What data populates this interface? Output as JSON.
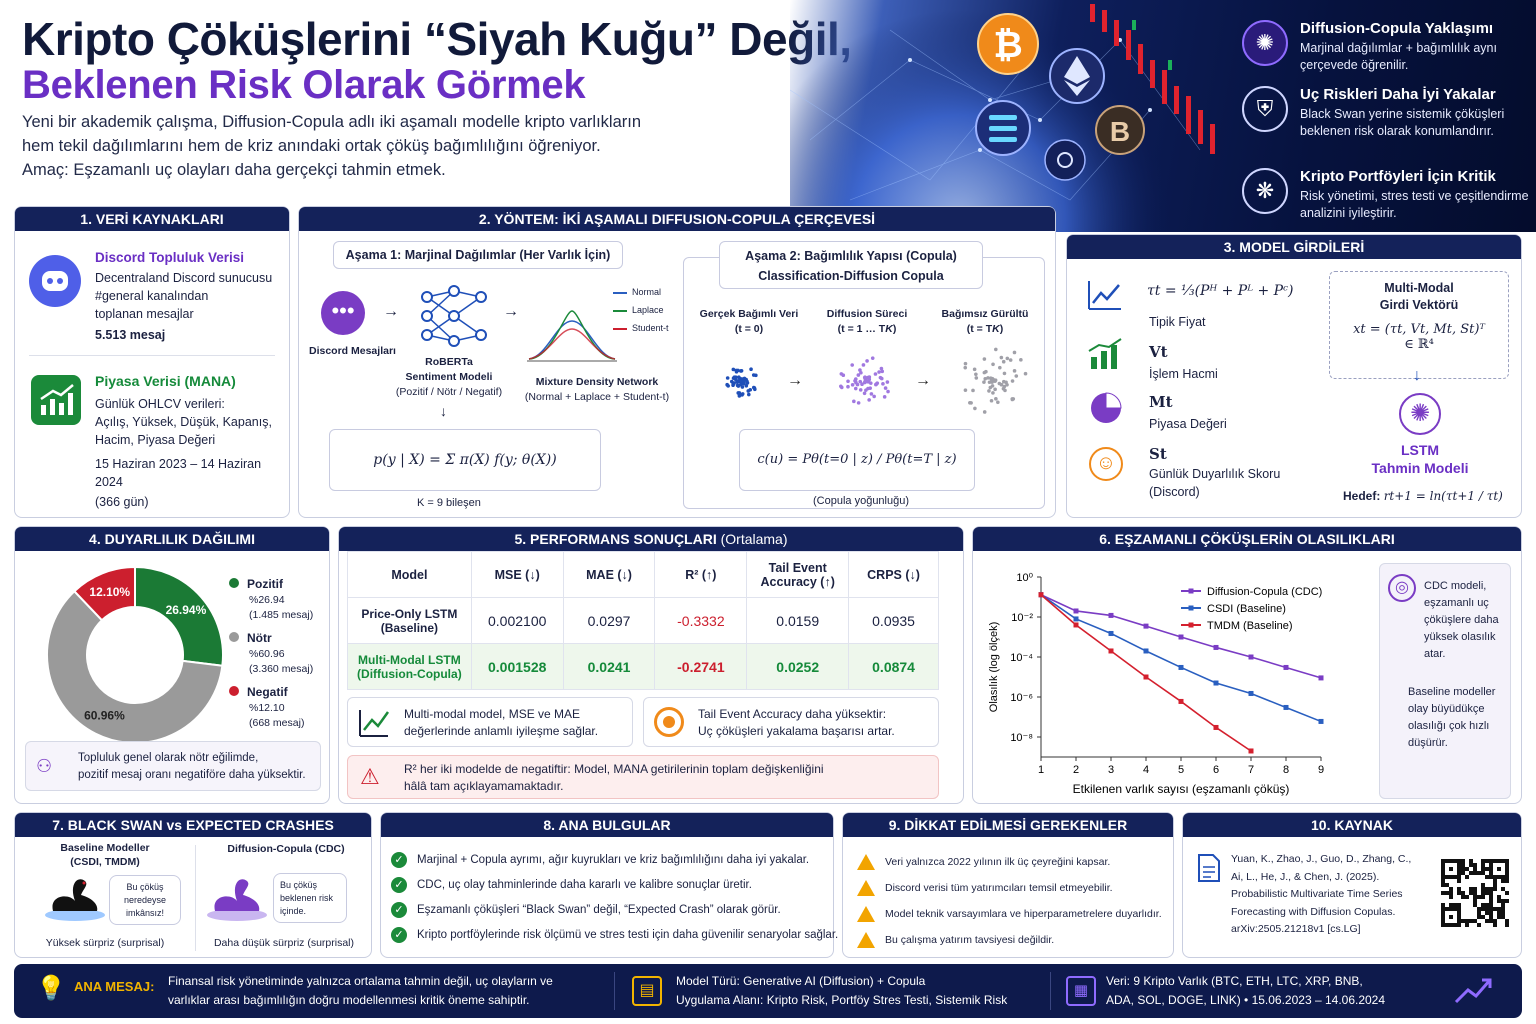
{
  "header": {
    "title_line1": "Kripto Çöküşlerini “Siyah Kuğu” Değil,",
    "title_line2": "Beklenen Risk Olarak Görmek",
    "intro": [
      "Yeni bir akademik çalışma, Diffusion-Copula adlı iki aşamalı modelle kripto varlıkların",
      "hem tekil dağılımlarını hem de kriz anındaki ortak çöküş bağımlılığını öğreniyor.",
      "Amaç: Eşzamanlı uç olayları daha gerçekçi tahmin etmek."
    ]
  },
  "features": [
    {
      "icon": "brain-icon",
      "title": "Diffusion-Copula Yaklaşımı",
      "desc": "Marjinal dağılımlar + bağımlılık aynı çerçevede öğrenilir."
    },
    {
      "icon": "shield-icon",
      "title": "Uç Riskleri Daha İyi Yakalar",
      "desc": "Black Swan yerine sistemik çöküşleri beklenen risk olarak konumlandırır."
    },
    {
      "icon": "network-icon",
      "title": "Kripto Portföyleri İçin Kritik",
      "desc": "Risk yönetimi, stres testi ve çeşitlendirme analizini iyileştirir."
    }
  ],
  "s1": {
    "title": "1. VERİ KAYNAKLARI",
    "discord_title": "Discord Topluluk Verisi",
    "discord_desc": [
      "Decentraland Discord sunucusu",
      "#general kanalından",
      "toplanan mesajlar"
    ],
    "discord_count": "5.513 mesaj",
    "market_title": "Piyasa Verisi (MANA)",
    "market_desc": [
      "Günlük OHLCV verileri:",
      "Açılış, Yüksek, Düşük, Kapanış,",
      "Hacim, Piyasa Değeri"
    ],
    "date_range": "15 Haziran 2023 – 14 Haziran 2024",
    "days": "(366 gün)"
  },
  "s2": {
    "title": "2. YÖNTEM: İKİ AŞAMALI DIFFUSION-COPULA ÇERÇEVESİ",
    "stage1": "Aşama 1: Marjinal Dağılımlar (Her Varlık İçin)",
    "discord_msgs": "Discord Mesajları",
    "roberta": [
      "RoBERTa",
      "Sentiment Modeli",
      "(Pozitif / Nötr / Negatif)"
    ],
    "mdn": [
      "Mixture Density Network",
      "(Normal + Laplace + Student-t)"
    ],
    "legend": [
      "Normal",
      "Laplace",
      "Student-t"
    ],
    "k_note": "K = 9 bileşen",
    "stage2": [
      "Aşama 2: Bağımlılık Yapısı (Copula)",
      "Classification-Diffusion Copula"
    ],
    "real": [
      "Gerçek Bağımlı Veri",
      "(t = 0)"
    ],
    "diff": [
      "Diffusion Süreci",
      "(t = 1 … T",
      ")"
    ],
    "noise": [
      "Bağımsız Gürültü",
      "(t = T",
      ")"
    ],
    "copula_note": "(Copula yoğunluğu)"
  },
  "s3": {
    "title": "3. MODEL GİRDİLERİ",
    "items": [
      {
        "sym": "τt",
        "label": "Tipik Fiyat"
      },
      {
        "sym": "Vt",
        "label": "İşlem Hacmi"
      },
      {
        "sym": "Mt",
        "label": "Piyasa Değeri"
      },
      {
        "sym": "St",
        "label": "Günlük Duyarlılık Skoru",
        "label2": "(Discord)"
      }
    ],
    "vector_title": [
      "Multi-Modal",
      "Girdi Vektörü"
    ],
    "lstm": [
      "LSTM",
      "Tahmin Modeli"
    ],
    "target": "Hedef:"
  },
  "s4": {
    "title": "4. DUYARLILIK DAĞILIMI",
    "legend": [
      {
        "name": "Pozitif",
        "pct": "%26.94",
        "count": "(1.485 mesaj)",
        "color": "#1b7a35"
      },
      {
        "name": "Nötr",
        "pct": "%60.96",
        "count": "(3.360 mesaj)",
        "color": "#9a9a9a"
      },
      {
        "name": "Negatif",
        "pct": "%12.10",
        "count": "(668 mesaj)",
        "color": "#cc1f2e"
      }
    ],
    "labels": [
      "26.94%",
      "60.96%",
      "12.10%"
    ],
    "note": [
      "Topluluk genel olarak nötr eğilimde,",
      "pozitif mesaj oranı negatiföre daha yüksektir."
    ]
  },
  "s5": {
    "title": "5. PERFORMANS SONUÇLARI",
    "title_suffix": "(Ortalama)",
    "headers": [
      "Model",
      "MSE (↓)",
      "MAE (↓)",
      "R² (↑)",
      "Tail Event Accuracy (↑)",
      "CRPS (↓)"
    ],
    "rows": [
      [
        "Price-Only LSTM (Baseline)",
        "0.002100",
        "0.0297",
        "-0.3332",
        "0.0159",
        "0.0935"
      ],
      [
        "Multi-Modal LSTM (Diffusion-Copula)",
        "0.001528",
        "0.0241",
        "-0.2741",
        "0.0252",
        "0.0874"
      ]
    ],
    "note1": [
      "Multi-modal model, MSE ve MAE",
      "değerlerinde anlamlı iyileşme sağlar."
    ],
    "note2": [
      "Tail Event Accuracy daha yüksektir:",
      "Uç çöküşleri yakalama başarısı artar."
    ],
    "warning": [
      "R² her iki modelde de negatiftir: Model, MANA getirilerinin toplam değişkenliğini",
      "hâlâ tam açıklayamamaktadır."
    ]
  },
  "s6": {
    "title": "6. EŞZAMANLI ÇÖKÜŞLERİN OLASILIKLARI",
    "note1": [
      "CDC modeli,",
      "eşzamanlı uç",
      "çöküşlere daha",
      "yüksek olasılık",
      "atar."
    ],
    "note2": [
      "Baseline modeller",
      "olay büyüdükçe",
      "olasılığı çok hızlı",
      "düşürür."
    ]
  },
  "chart_data": {
    "type": "line",
    "title": "",
    "xlabel": "Etkilenen varlık sayısı (eşzamanlı çöküş)",
    "ylabel": "Olasılık (log ölçek)",
    "yscale": "log",
    "ylim": [
      1e-09,
      1
    ],
    "x": [
      1,
      2,
      3,
      4,
      5,
      6,
      7,
      8,
      9
    ],
    "y_ticks": [
      "10⁰",
      "10⁻²",
      "10⁻⁴",
      "10⁻⁶",
      "10⁻⁸"
    ],
    "series": [
      {
        "name": "Diffusion-Copula (CDC)",
        "color": "#7a3cc4",
        "values": [
          0.13,
          0.02,
          0.012,
          0.0035,
          0.001,
          0.0003,
          0.0001,
          3e-05,
          9e-06
        ]
      },
      {
        "name": "CSDI (Baseline)",
        "color": "#2a5fc0",
        "values": [
          0.13,
          0.008,
          0.0015,
          0.0002,
          3e-05,
          5e-06,
          1.5e-06,
          3e-07,
          6e-08
        ]
      },
      {
        "name": "TMDM (Baseline)",
        "color": "#d4202e",
        "values": [
          0.13,
          0.004,
          0.0002,
          1e-05,
          6e-07,
          3e-08,
          2e-09
        ]
      }
    ]
  },
  "s7": {
    "title": "7. BLACK SWAN vs EXPECTED CRASHES",
    "left_title": [
      "Baseline Modeller",
      "(CSDI, TMDM)"
    ],
    "left_bubble": [
      "Bu çöküş",
      "neredeyse",
      "imkânsız!"
    ],
    "left_caption": "Yüksek sürpriz (surprisal)",
    "right_title": "Diffusion-Copula (CDC)",
    "right_bubble": [
      "Bu çöküş",
      "beklenen risk",
      "içinde."
    ],
    "right_caption": "Daha düşük sürpriz (surprisal)"
  },
  "s8": {
    "title": "8. ANA BULGULAR",
    "items": [
      "Marjinal + Copula ayrımı, ağır kuyrukları ve kriz bağımlılığını daha iyi yakalar.",
      "CDC, uç olay tahminlerinde daha kararlı ve kalibre sonuçlar üretir.",
      "Eşzamanlı çöküşleri “Black Swan” değil, “Expected Crash” olarak görür.",
      "Kripto portföylerinde risk ölçümü ve stres testi için daha güvenilir senaryolar sağlar."
    ]
  },
  "s9": {
    "title": "9. DİKKAT EDİLMESİ GEREKENLER",
    "items": [
      "Veri yalnızca 2022 yılının ilk üç çeyreğini kapsar.",
      "Discord verisi tüm yatırımcıları temsil etmeyebilir.",
      "Model teknik varsayımlara ve hiperparametrelere duyarlıdır.",
      "Bu çalışma yatırım tavsiyesi değildir."
    ]
  },
  "s10": {
    "title": "10. KAYNAK",
    "ref": [
      "Yuan, K., Zhao, J., Guo, D., Zhang, C.,",
      "Ai, L., He, J., & Chen, J. (2025).",
      "Probabilistic Multivariate Time Series",
      "Forecasting with Diffusion Copulas.",
      "arXiv:2505.21218v1 [cs.LG]"
    ]
  },
  "footer": {
    "label": "ANA MESAJ:",
    "msg": [
      "Finansal risk yönetiminde yalnızca ortalama tahmin değil, uç olayların ve",
      "varlıklar arası bağımlılığın doğru modellenmesi kritik öneme sahiptir."
    ],
    "model": [
      "Model Türü: Generative AI (Diffusion) + Copula",
      "Uygulama Alanı: Kripto Risk, Portföy Stres Testi, Sistemik Risk"
    ],
    "data": [
      "Veri: 9 Kripto Varlık (BTC, ETH, LTC, XRP, BNB,",
      "ADA, SOL, DOGE, LINK) • 15.06.2023 – 14.06.2024"
    ]
  },
  "colors": {
    "navy": "#14225a",
    "purple": "#6a2fc4",
    "green": "#1b7a35",
    "red": "#cc1f2e"
  }
}
